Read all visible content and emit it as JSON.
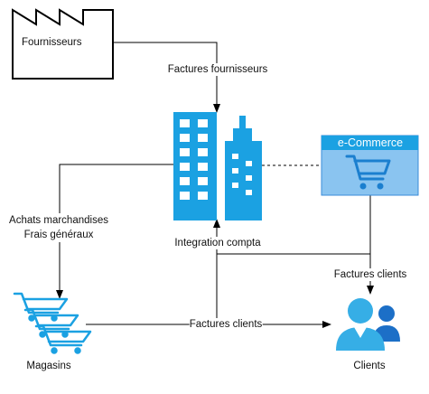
{
  "nodes": {
    "suppliers": "Fournisseurs",
    "ecommerce": "e-Commerce",
    "stores": "Magasins",
    "clients": "Clients"
  },
  "edges": {
    "supplier_invoices": "Factures fournisseurs",
    "purchases_line1": "Achats marchandises",
    "purchases_line2": "Frais généraux",
    "accounting_integration": "Integration compta",
    "client_invoices_ecommerce": "Factures clients",
    "client_invoices_stores": "Factures clients"
  },
  "colors": {
    "building": "#1ba1e2",
    "window_header": "#1ba1e2",
    "window_body": "#8ac4f0",
    "window_border": "#3a8bd8",
    "cart": "#1ba1e2",
    "person_front": "#36aee6",
    "person_back": "#1c6fc7",
    "lines": "#000000"
  },
  "icons": {
    "suppliers": "factory-icon",
    "company": "office-buildings-icon",
    "ecommerce": "shopping-cart-window-icon",
    "stores": "shopping-carts-icon",
    "clients": "users-icon"
  }
}
